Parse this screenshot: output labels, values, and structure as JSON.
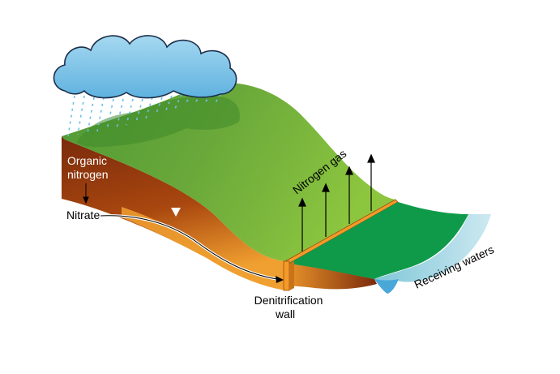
{
  "labels": {
    "organic_nitrogen_line1": "Organic",
    "organic_nitrogen_line2": "nitrogen",
    "nitrate": "Nitrate",
    "nitrogen_gas": "Nitrogen gas",
    "denitrification_line1": "Denitrification",
    "denitrification_line2": "wall",
    "receiving_waters": "Receiving waters"
  },
  "colors": {
    "grass": "#6aa83a",
    "grass_light": "#8cc63f",
    "soil_dark": "#7a2a0c",
    "soil_orange": "#e8922a",
    "wall": "#f39a2a",
    "wetland": "#0f9a4a",
    "water": "#a8dbe8",
    "cloud": "#8ccbea"
  }
}
